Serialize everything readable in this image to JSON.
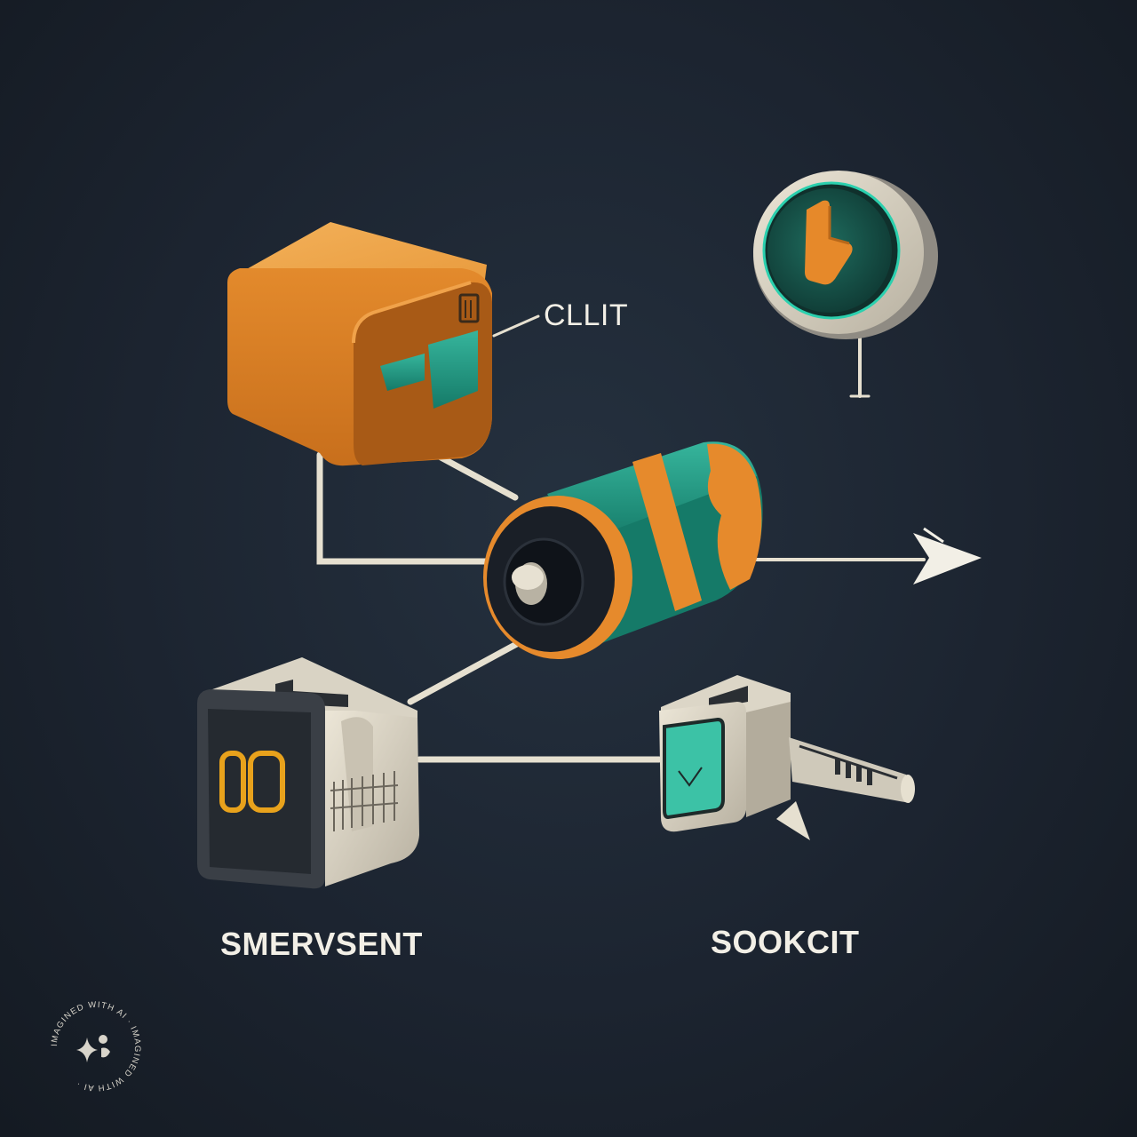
{
  "labels": {
    "client": "CLLIT",
    "server": "SMERVSENT",
    "socket": "SOOKCIT"
  },
  "watermark": {
    "text": "IMAGINED WITH AI · IMAGINED WITH AI ·"
  },
  "colors": {
    "background": "#1c2430",
    "orange": "#e08a2e",
    "teal": "#1f9a86",
    "cream": "#d9d3c4",
    "line": "#e8e2d3"
  },
  "icons": [
    "client-cube-icon",
    "battery-cylinder-icon",
    "dial-button-icon",
    "server-cube-icon",
    "socket-plug-icon",
    "arrow-right-icon",
    "sparkle-icon"
  ]
}
